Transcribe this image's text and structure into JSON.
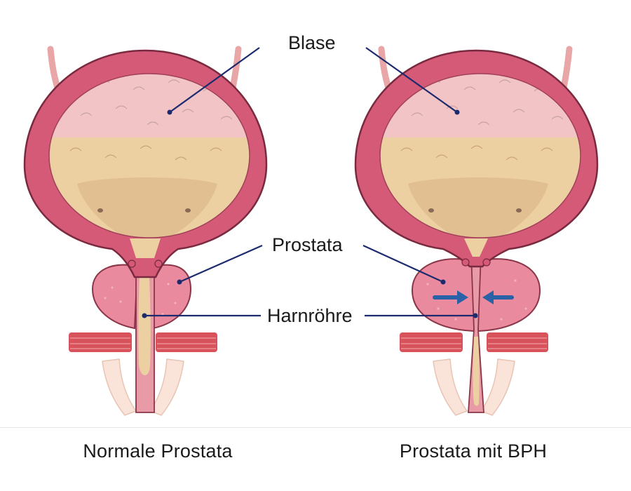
{
  "labels": {
    "bladder": "Blase",
    "prostate": "Prostata",
    "urethra": "Harnröhre"
  },
  "captions": {
    "normal": "Normale Prostata",
    "bph": "Prostata mit BPH"
  },
  "colors": {
    "bladder_wall": "#d45a78",
    "bladder_wall_edge": "#7a2a3f",
    "mucosa": "#f2c4c6",
    "urine": "#ecd0a2",
    "prostate": "#e98a9e",
    "muscle": "#d8525c",
    "leader_line": "#1c2a6e",
    "arrow": "#2a62a8"
  }
}
